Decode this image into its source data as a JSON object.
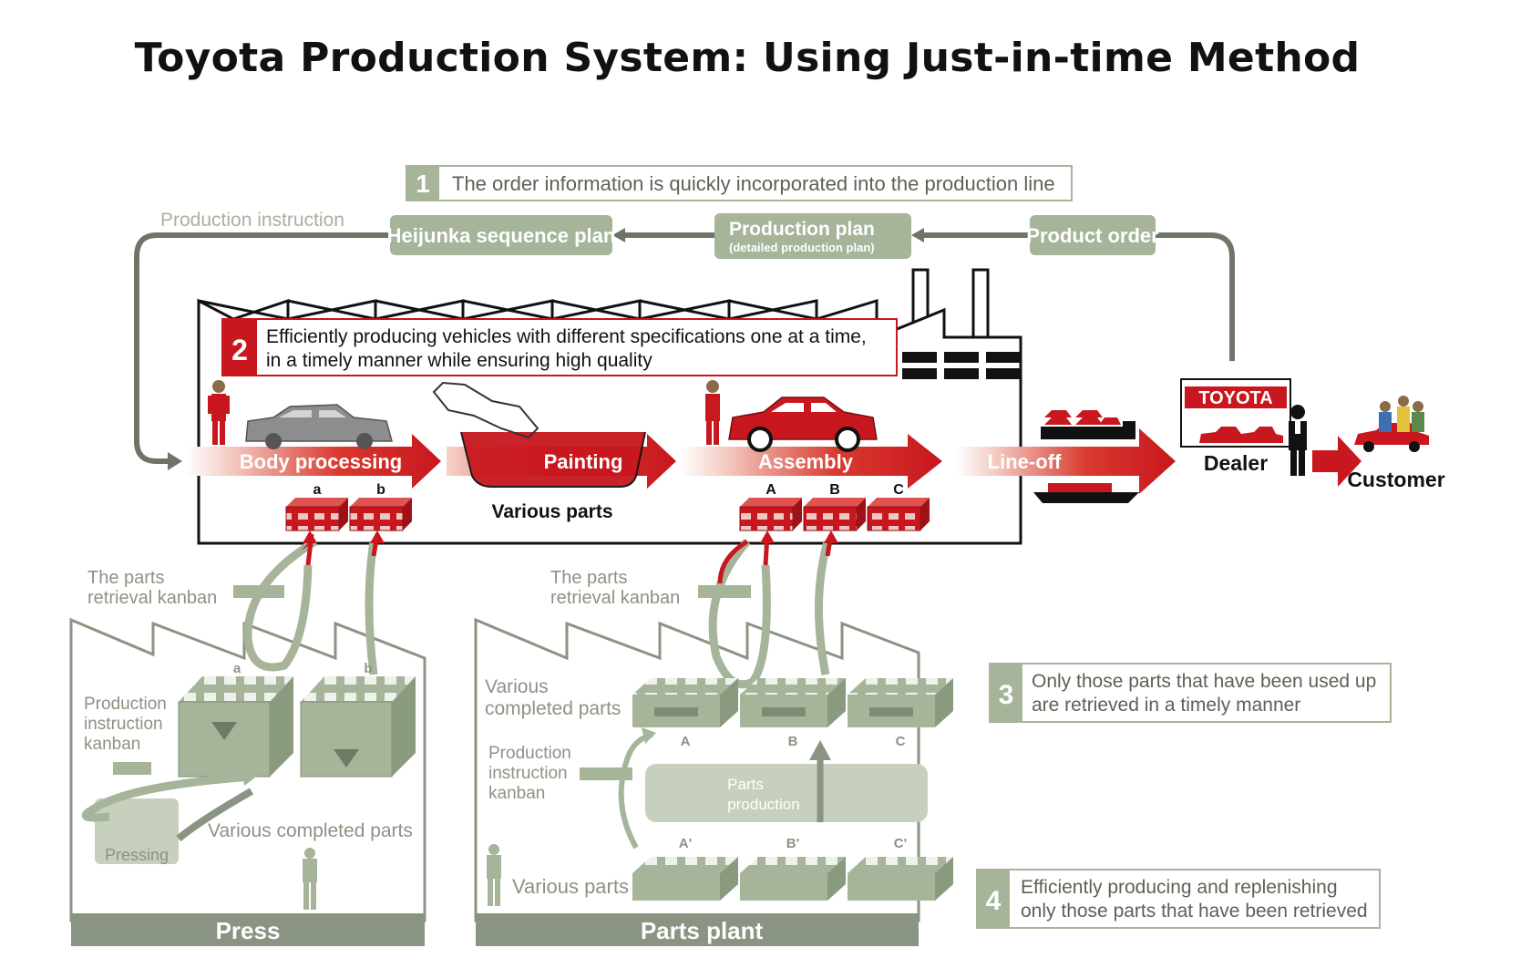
{
  "title": "Toyota Production System: Using Just-in-time Method",
  "colors": {
    "red": "#c8171e",
    "sage": "#a6b49a",
    "sage_dark": "#7f8c74",
    "sage_light": "#c6d0bc",
    "gray_text": "#8a9482",
    "black": "#111111"
  },
  "steps": {
    "s1": {
      "num": "1",
      "text": "The order information is quickly incorporated into the production line"
    },
    "s2": {
      "num": "2",
      "line1": "Efficiently producing vehicles with different specifications one at a time,",
      "line2": "in a timely manner while ensuring high quality"
    },
    "s3": {
      "num": "3",
      "line1": "Only those parts that have been used up",
      "line2": "are retrieved in a timely manner"
    },
    "s4": {
      "num": "4",
      "line1": "Efficiently producing and replenishing",
      "line2": "only those parts that have been retrieved"
    }
  },
  "flow": {
    "production_instruction": "Production instruction",
    "heijunka": "Heijunka sequence plan",
    "production_plan": "Production plan",
    "production_plan_sub": "(detailed  production plan)",
    "product_order": "Product order"
  },
  "stages": {
    "body": "Body processing",
    "painting": "Painting",
    "assembly": "Assembly",
    "lineoff": "Line-off",
    "dealer": "Dealer",
    "customer": "Customer",
    "toyota": "TOYOTA",
    "various_parts": "Various parts"
  },
  "bin_labels": {
    "a": "a",
    "b": "b",
    "A": "A",
    "B": "B",
    "C": "C",
    "A2": "A'",
    "B2": "B'",
    "C2": "C'"
  },
  "press": {
    "kanban1": "The parts",
    "kanban2": "retrieval kanban",
    "pik1": "Production",
    "pik2": "instruction",
    "pik3": "kanban",
    "completed": "Various completed parts",
    "pressing": "Pressing",
    "label": "Press"
  },
  "parts_plant": {
    "kanban1": "The parts",
    "kanban2": "retrieval kanban",
    "vcp1": "Various",
    "vcp2": "completed parts",
    "pik1": "Production",
    "pik2": "instruction",
    "pik3": "kanban",
    "pp1": "Parts",
    "pp2": "production",
    "various": "Various parts",
    "label": "Parts plant"
  }
}
